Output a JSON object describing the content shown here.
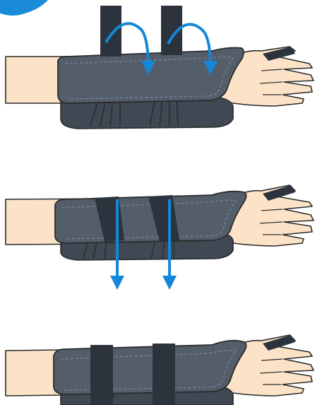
{
  "colors": {
    "skin": "#fce3c8",
    "skin_outline": "#2b2b2b",
    "brace": "#545e6b",
    "brace_dark": "#3f4853",
    "brace_stitch": "#7c8794",
    "strap": "#2c333c",
    "arrow": "#1487d6",
    "badge": "#1a8bd8"
  },
  "icons": {
    "arrow_wrap": "curved-arrow-icon",
    "arrow_down": "down-arrow-icon",
    "badge": "step-badge-icon"
  },
  "steps": [
    {
      "id": 1,
      "straps": "open",
      "arrows": "curved"
    },
    {
      "id": 2,
      "straps": "folded",
      "arrows": "down"
    },
    {
      "id": 3,
      "straps": "closed",
      "arrows": "none"
    }
  ]
}
